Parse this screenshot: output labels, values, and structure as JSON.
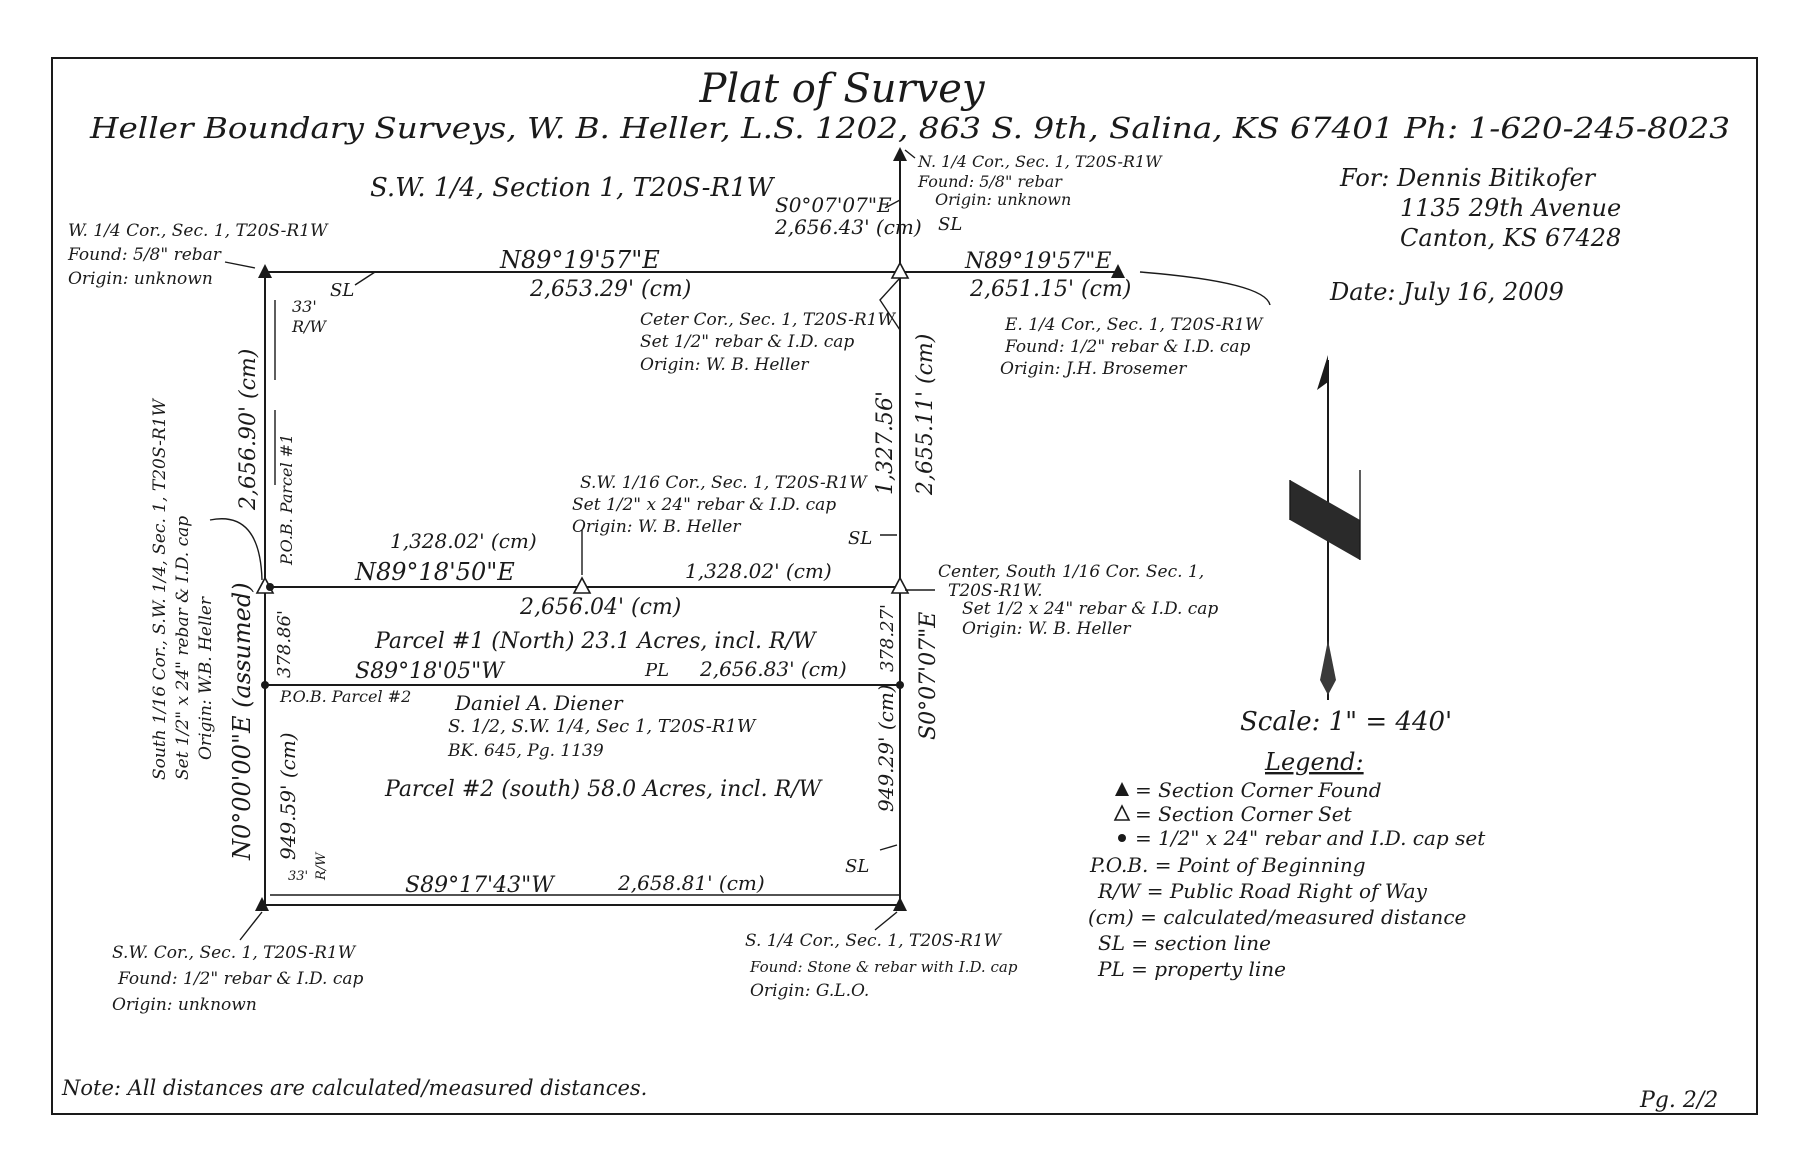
{
  "title": "Plat of Survey",
  "surveyor": "Heller Boundary Surveys, W. B. Heller, L.S. 1202, 863 S. 9th, Salina, KS 67401 Ph: 1-620-245-8023",
  "section_title": "S.W. 1/4, Section 1, T20S-R1W",
  "client": {
    "line1": "For: Dennis Bitikofer",
    "line2": "1135 29th Avenue",
    "line3": "Canton, KS 67428"
  },
  "date": "Date: July 16, 2009",
  "scale": "Scale: 1\" = 440'",
  "corners": {
    "w_quarter": [
      "W. 1/4 Cor., Sec. 1, T20S-R1W",
      "Found: 5/8\" rebar",
      "Origin: unknown"
    ],
    "n_quarter": [
      "N. 1/4 Cor., Sec. 1, T20S-R1W",
      "Found: 5/8\" rebar",
      "Origin: unknown"
    ],
    "center": [
      "Ceter Cor., Sec. 1, T20S-R1W",
      "Set 1/2\" rebar & I.D. cap",
      "Origin: W. B. Heller"
    ],
    "e_quarter": [
      "E. 1/4 Cor., Sec. 1, T20S-R1W",
      "Found: 1/2\" rebar & I.D. cap",
      "Origin: J.H. Brosemer"
    ],
    "sw_sixteenth": [
      "S.W. 1/16 Cor., Sec. 1, T20S-R1W",
      "Set 1/2\" x 24\" rebar & I.D. cap",
      "Origin: W. B. Heller"
    ],
    "center_south_sixteenth": [
      "Center, South 1/16 Cor. Sec. 1,",
      "T20S-R1W.",
      "Set 1/2 x 24\" rebar & I.D. cap",
      "Origin: W. B. Heller"
    ],
    "south_sixteenth_sw": [
      "South 1/16 Cor., S.W. 1/4, Sec. 1, T20S-R1W",
      "Set 1/2\" x 24\" rebar & I.D. cap",
      "Origin: W.B. Heller"
    ],
    "sw_corner": [
      "S.W. Cor., Sec. 1, T20S-R1W",
      "Found: 1/2\" rebar & I.D. cap",
      "Origin: unknown"
    ],
    "s_quarter": [
      "S. 1/4 Cor., Sec. 1, T20S-R1W",
      "Found: Stone & rebar with I.D. cap",
      "Origin: G.L.O."
    ]
  },
  "bearings": {
    "north_bearing_left": "N89°19'57\"E",
    "north_dist_left": "2,653.29' (cm)",
    "north_bearing_right": "N89°19'57\"E",
    "north_dist_right": "2,651.15' (cm)",
    "n_quarter_bearing": "S0°07'07\"E",
    "n_quarter_dist": "2,656.43' (cm)",
    "west_top_dist": "2,656.90' (cm)",
    "west_bearing": "N0°00'00\"E (assumed)",
    "west_mid_dist": "378.86'",
    "west_bottom_dist": "949.59' (cm)",
    "east_upper_dist": "1,327.56'",
    "east_total_dist": "2,655.11' (cm)",
    "east_bearing": "S0°07'07\"E",
    "east_mid_dist": "378.27'",
    "east_bottom_dist": "949.29' (cm)",
    "mid_dist_left": "1,328.02' (cm)",
    "mid_dist_right": "1,328.02' (cm)",
    "mid_bearing": "N89°18'50\"E",
    "mid_total": "2,656.04' (cm)",
    "parcel_line_bearing": "S89°18'05\"W",
    "parcel_line_dist": "2,656.83' (cm)",
    "south_bearing": "S89°17'43\"W",
    "south_dist": "2,658.81' (cm)",
    "row_top": "33'",
    "row_top_label": "R/W",
    "row_bottom": "33'",
    "row_bottom_label": "R/W",
    "pl_mark": "PL",
    "sl_mark": "SL"
  },
  "parcels": {
    "pob1": "P.O.B. Parcel #1",
    "pob2": "P.O.B. Parcel #2",
    "parcel1": "Parcel #1 (North) 23.1 Acres, incl. R/W",
    "owner": [
      "Daniel A. Diener",
      "S. 1/2, S.W. 1/4, Sec 1, T20S-R1W",
      "BK. 645, Pg. 1139"
    ],
    "parcel2": "Parcel #2 (south) 58.0 Acres, incl. R/W"
  },
  "legend": {
    "title": "Legend:",
    "items": [
      "= Section Corner Found",
      "= Section Corner Set",
      "= 1/2\" x 24\" rebar and I.D. cap set",
      "P.O.B. = Point of Beginning",
      "R/W = Public Road Right of Way",
      "(cm) = calculated/measured distance",
      "SL = section line",
      "PL = property line"
    ]
  },
  "note": "Note: All distances are calculated/measured distances.",
  "page": "Pg. 2/2"
}
